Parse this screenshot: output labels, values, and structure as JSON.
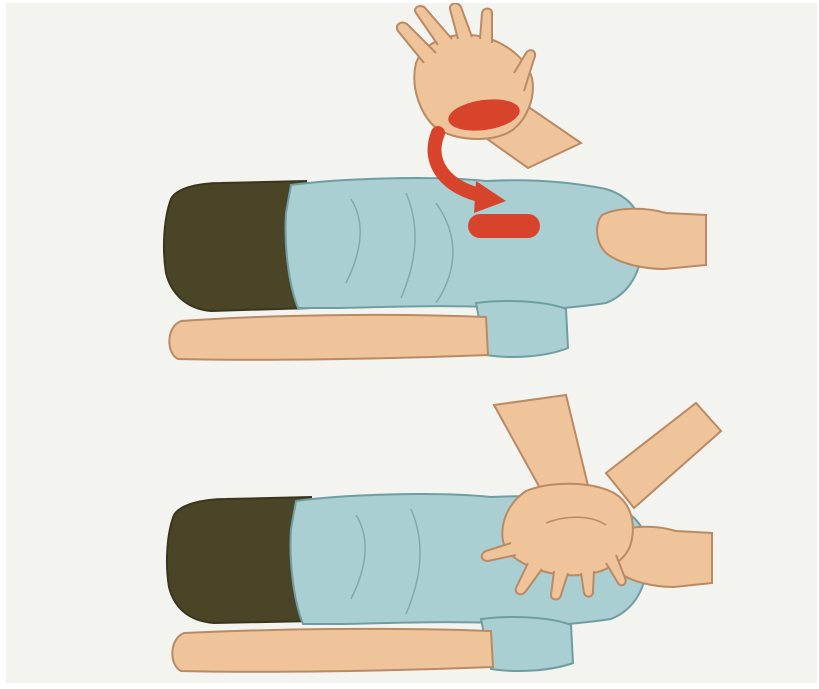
{
  "figure": {
    "subject": "cpr-hand-placement-illustration",
    "panels": [
      {
        "id": "panel-hand-position",
        "step": "locate-compression-point"
      },
      {
        "id": "panel-compressions",
        "step": "interlocked-hands-on-chest"
      }
    ],
    "colors": {
      "page": "#f3f3ef",
      "shirt": "#a9cfd2",
      "shirt_shadow": "#8fbabd",
      "trousers": "#4a4526",
      "skin": "#f0c49a",
      "skin_shadow": "#d9a57a",
      "marker": "#d8432c",
      "outline": "#5b4a3a"
    }
  }
}
